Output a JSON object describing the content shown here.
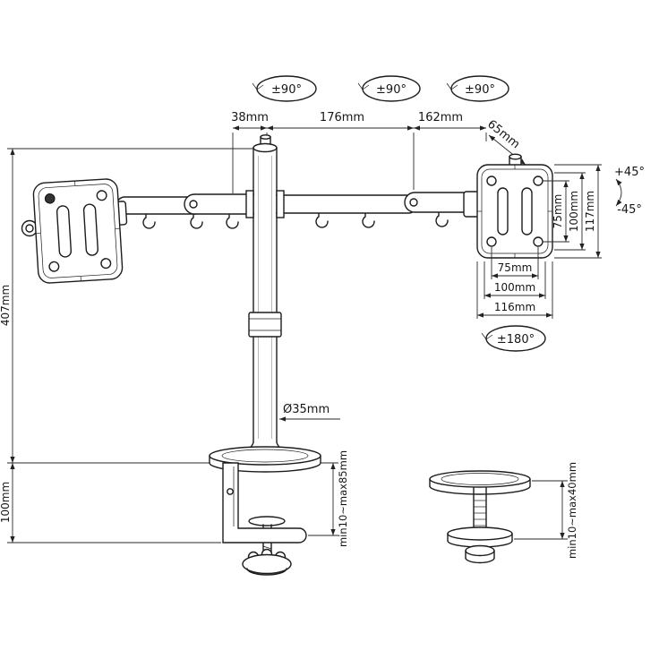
{
  "diagram": {
    "rotation": {
      "pole_top": "±90°",
      "arm_joint": "±90°",
      "head": "±90°",
      "swivel": "±180°"
    },
    "tilt": {
      "up": "+45°",
      "down": "-45°"
    },
    "top_dims": {
      "pole_offset": "38mm",
      "arm_inner": "176mm",
      "arm_outer": "162mm",
      "head_offset": "65mm"
    },
    "vesa_vertical": {
      "holes": "75mm",
      "pattern": "100mm",
      "plate": "117mm"
    },
    "vesa_horizontal": {
      "holes": "75mm",
      "pattern": "100mm",
      "plate": "116mm"
    },
    "pole": {
      "height": "407mm",
      "diameter": "Ø35mm"
    },
    "mounting": {
      "clamp_height": "100mm",
      "clamp_range": "min10~max85mm",
      "grommet_range": "min10~max40mm"
    }
  }
}
